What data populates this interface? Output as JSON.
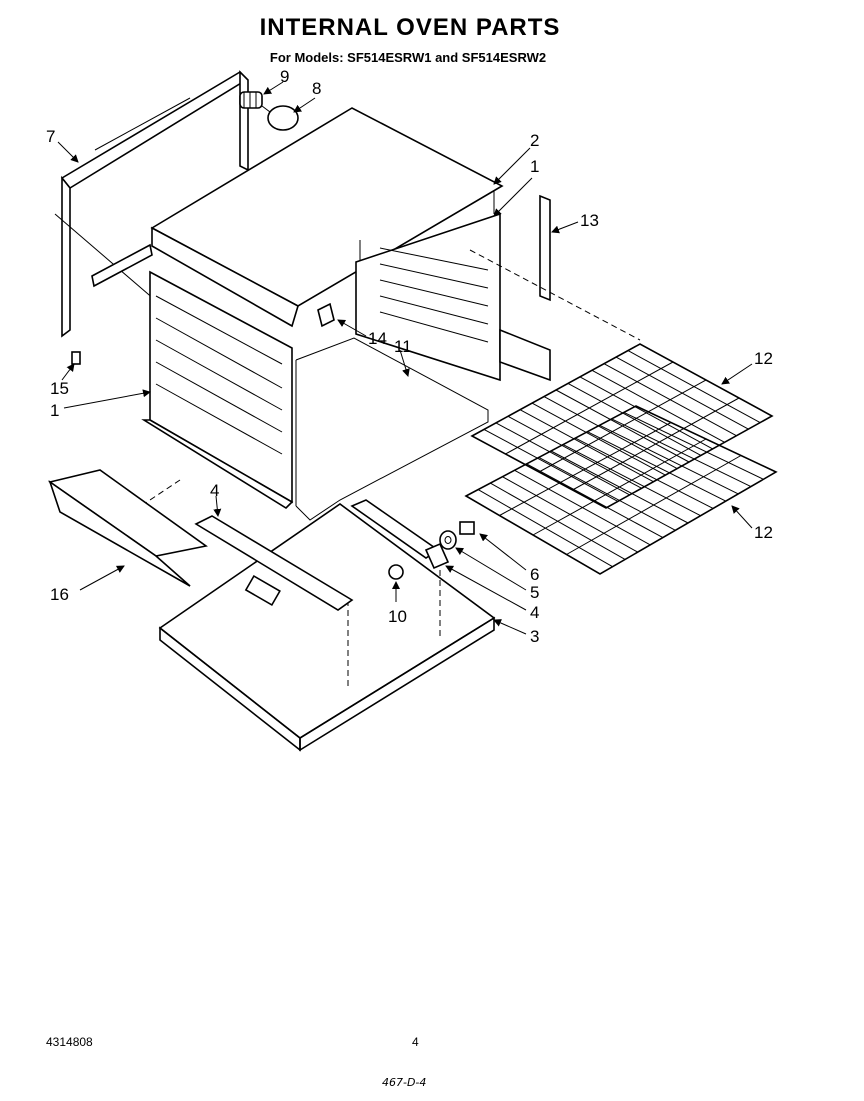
{
  "header": {
    "title": "INTERNAL OVEN PARTS",
    "subtitle": "For Models: SF514ESRW1 and SF514ESRW2"
  },
  "footer": {
    "part_number": "4314808",
    "page_number": "4",
    "stamp": "467-D-4"
  },
  "callouts": {
    "c1_right": "1",
    "c1_left": "1",
    "c2": "2",
    "c3": "3",
    "c4_top": "4",
    "c4_right": "4",
    "c5": "5",
    "c6": "6",
    "c7": "7",
    "c8": "8",
    "c9": "9",
    "c10": "10",
    "c11": "11",
    "c12_top": "12",
    "c12_bottom": "12",
    "c13": "13",
    "c14": "14",
    "c15": "15",
    "c16": "16"
  }
}
